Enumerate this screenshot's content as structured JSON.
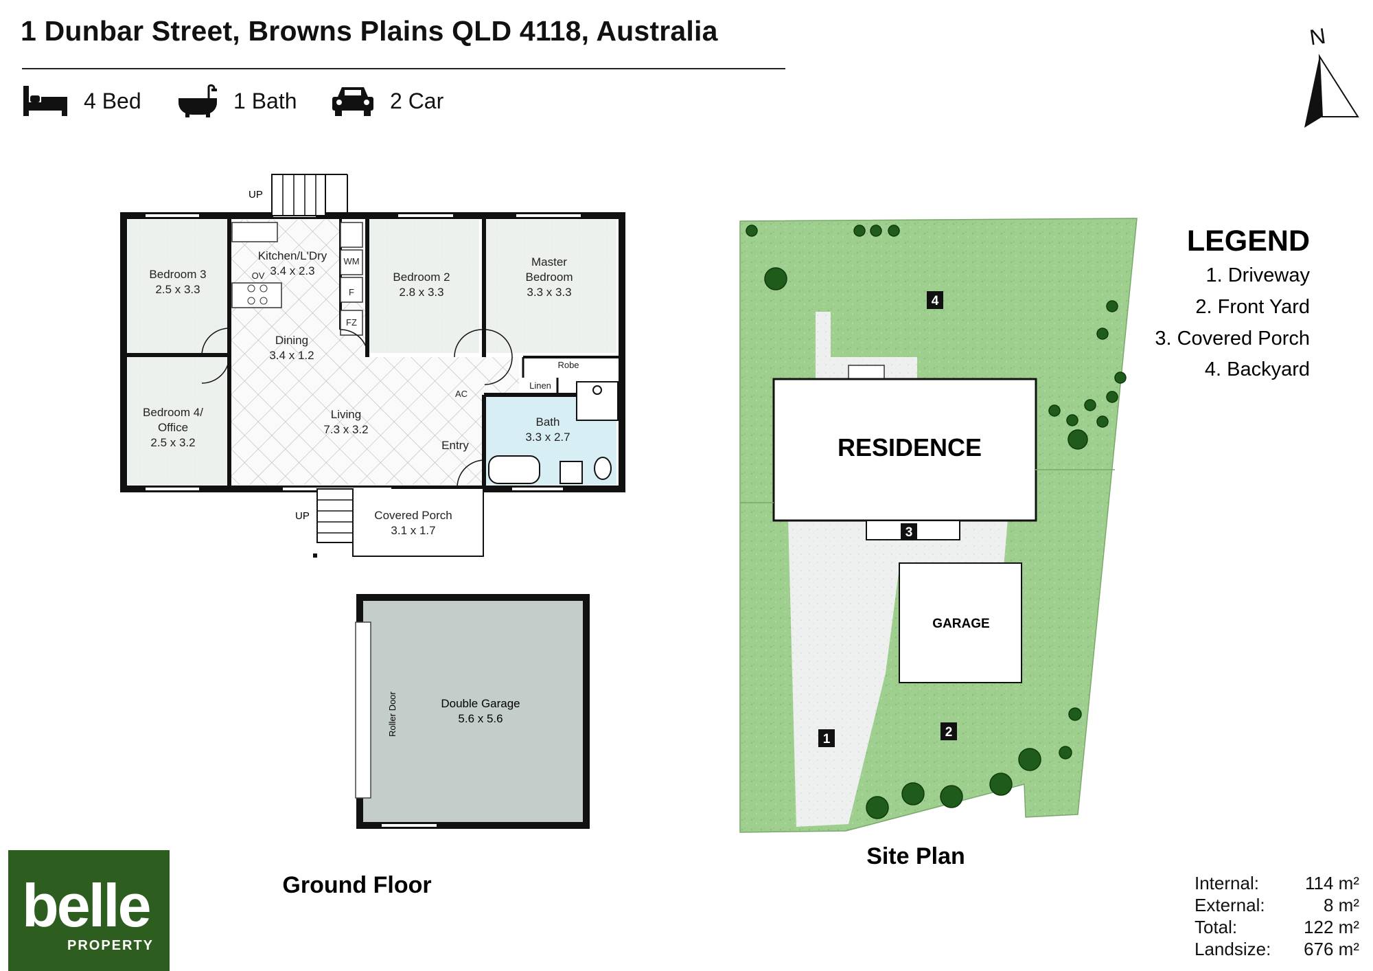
{
  "header": {
    "address": "1 Dunbar Street, Browns Plains QLD 4118, Australia"
  },
  "features": [
    {
      "icon": "bed-icon",
      "label": "4 Bed"
    },
    {
      "icon": "bath-icon",
      "label": "1 Bath"
    },
    {
      "icon": "car-icon",
      "label": "2 Car"
    }
  ],
  "compass": {
    "label": "N"
  },
  "floor_plan": {
    "caption": "Ground Floor",
    "up_label": "UP",
    "rooms": {
      "bedroom3": {
        "name": "Bedroom 3",
        "size": "2.5 x 3.3"
      },
      "kitchen": {
        "name": "Kitchen/L'Dry",
        "size": "3.4 x 2.3"
      },
      "bedroom2": {
        "name": "Bedroom 2",
        "size": "2.8 x 3.3"
      },
      "master": {
        "name1": "Master",
        "name2": "Bedroom",
        "size": "3.3 x 3.3"
      },
      "dining": {
        "name": "Dining",
        "size": "3.4 x 1.2"
      },
      "living": {
        "name": "Living",
        "size": "7.3 x 3.2"
      },
      "bedroom4": {
        "name1": "Bedroom 4/",
        "name2": "Office",
        "size": "2.5 x 3.2"
      },
      "bath": {
        "name": "Bath",
        "size": "3.3 x 2.7"
      },
      "porch": {
        "name": "Covered Porch",
        "size": "3.1 x 1.7"
      },
      "garage": {
        "name": "Double Garage",
        "size": "5.6 x 5.6"
      }
    },
    "small_labels": {
      "wm": "WM",
      "f": "F",
      "fz": "FZ",
      "ov": "OV",
      "ac": "AC",
      "robe": "Robe",
      "linen": "Linen",
      "entry": "Entry",
      "roller": "Roller Door"
    }
  },
  "site_plan": {
    "caption": "Site Plan",
    "residence": "RESIDENCE",
    "garage": "GARAGE",
    "markers": [
      "1",
      "2",
      "3",
      "4"
    ]
  },
  "legend": {
    "title": "LEGEND",
    "items": [
      "1. Driveway",
      "2. Front Yard",
      "3. Covered Porch",
      "4. Backyard"
    ]
  },
  "areas": [
    {
      "label": "Internal:",
      "value": "114 m²"
    },
    {
      "label": "External:",
      "value": "8 m²"
    },
    {
      "label": "Total:",
      "value": "122 m²"
    },
    {
      "label": "Landsize:",
      "value": "676 m²"
    }
  ],
  "logo": {
    "name": "belle",
    "sub": "PROPERTY"
  },
  "colors": {
    "grass": "#9fcf8f",
    "bath": "#d8eef5",
    "garage_fill": "#c5cdca",
    "brand": "#2e5e1f"
  }
}
